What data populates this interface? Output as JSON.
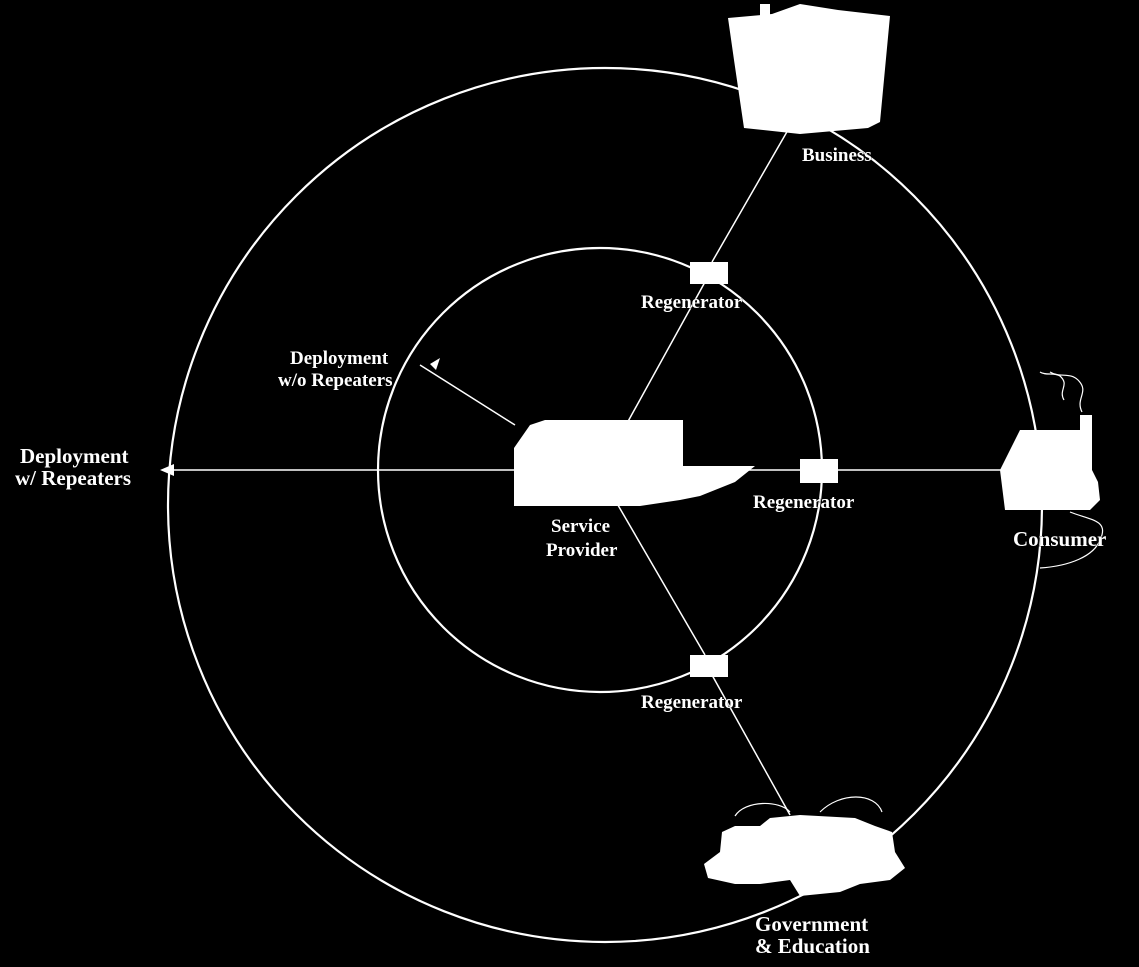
{
  "colors": {
    "background": "#000000",
    "foreground": "#ffffff"
  },
  "labels": {
    "business": "Business",
    "consumer": "Consumer",
    "government_line1": "Government",
    "government_line2": "& Education",
    "service_provider_line1": "Service",
    "service_provider_line2": "Provider",
    "regenerator_top": "Regenerator",
    "regenerator_right": "Regenerator",
    "regenerator_bottom": "Regenerator",
    "deploy_without_line1": "Deployment",
    "deploy_without_line2": "w/o Repeaters",
    "deploy_with_line1": "Deployment",
    "deploy_with_line2": "w/ Repeaters"
  },
  "icons": {
    "business": "office-building-icon",
    "consumer": "house-with-chimney-icon",
    "government": "school-building-icon",
    "service_provider": "central-office-icon",
    "regenerator": "regenerator-box-icon"
  }
}
